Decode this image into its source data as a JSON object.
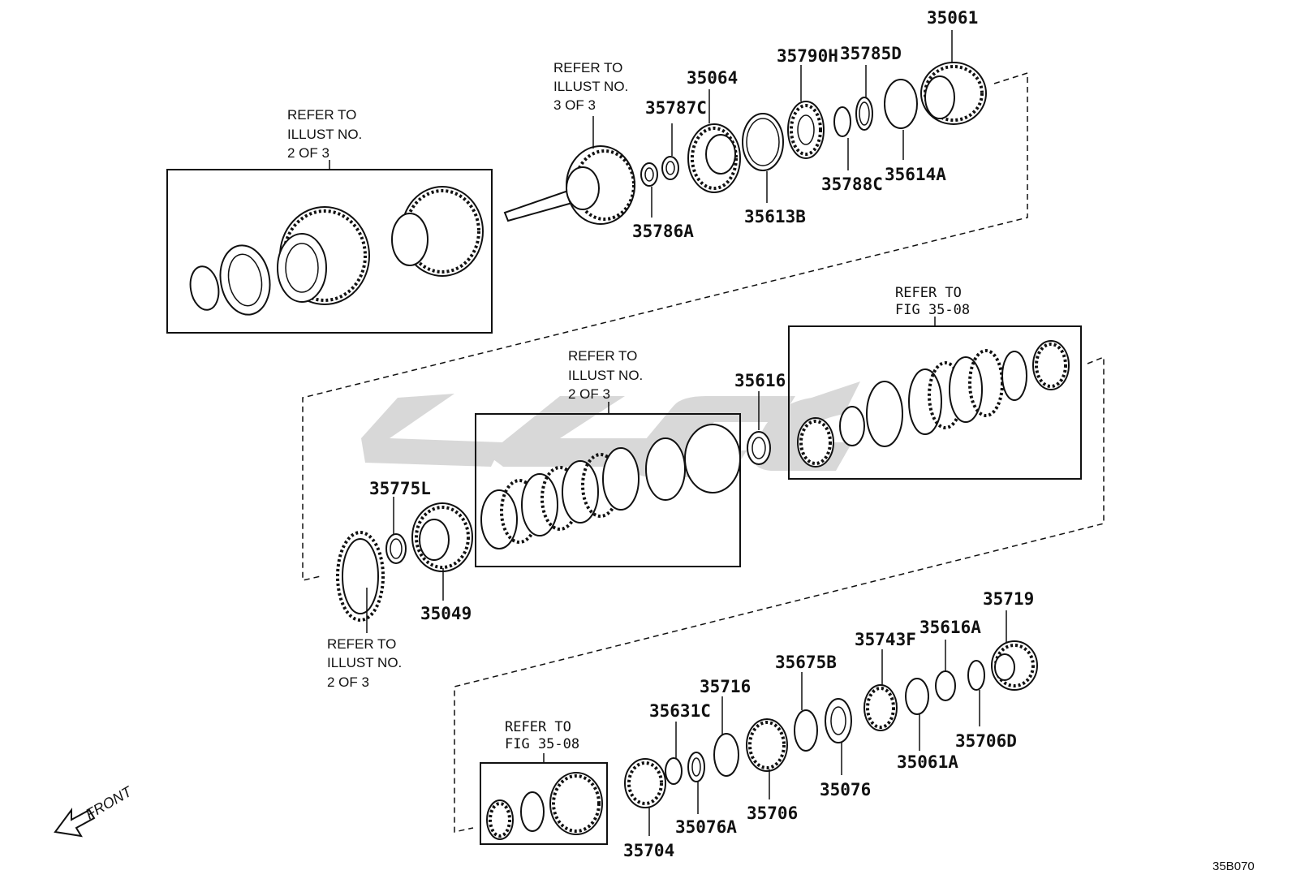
{
  "watermark": {
    "color": "#d8d8d8"
  },
  "parts": {
    "p35061": "35061",
    "p35790H": "35790H",
    "p35785D": "35785D",
    "p35064": "35064",
    "p35787C": "35787C",
    "p35786A": "35786A",
    "p35613B": "35613B",
    "p35788C": "35788C",
    "p35614A": "35614A",
    "p35616": "35616",
    "p35775L": "35775L",
    "p35049": "35049",
    "p35719": "35719",
    "p35743F": "35743F",
    "p35616A": "35616A",
    "p35675B": "35675B",
    "p35716": "35716",
    "p35631C": "35631C",
    "p35076": "35076",
    "p35061A": "35061A",
    "p35706D": "35706D",
    "p35706": "35706",
    "p35076A": "35076A",
    "p35704": "35704"
  },
  "notes": {
    "illust2_top": [
      "REFER TO",
      "ILLUST NO.",
      "2 OF 3"
    ],
    "illust3": [
      "REFER TO",
      "ILLUST NO.",
      "3 OF 3"
    ],
    "illust2_mid": [
      "REFER TO",
      "ILLUST NO.",
      "2 OF 3"
    ],
    "illust2_bottom": [
      "REFER TO",
      "ILLUST NO.",
      "2 OF 3"
    ],
    "fig_right": [
      "REFER TO",
      "FIG 35-08"
    ],
    "fig_bottom": [
      "REFER TO",
      "FIG 35-08"
    ]
  },
  "front_label": "FRONT",
  "diagram_code": "35B070"
}
